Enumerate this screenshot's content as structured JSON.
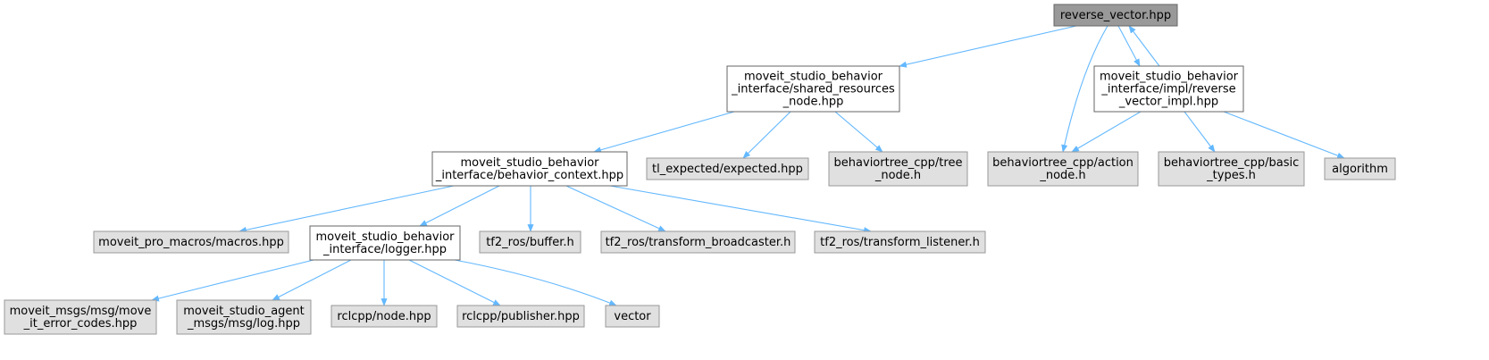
{
  "colors": {
    "edge": "#63b8ff",
    "focus_fill": "#999999",
    "focus_stroke": "#666666",
    "file_fill": "#ffffff",
    "file_stroke": "#666666",
    "external_fill": "#e0e0e0",
    "external_stroke": "#999999"
  },
  "nodes": [
    {
      "id": "reverse_vector",
      "lines": [
        "reverse_vector.hpp"
      ],
      "kind": "focus"
    },
    {
      "id": "shared_resources",
      "lines": [
        "moveit_studio_behavior",
        "_interface/shared_resources",
        "_node.hpp"
      ],
      "kind": "file"
    },
    {
      "id": "reverse_vector_impl",
      "lines": [
        "moveit_studio_behavior",
        "_interface/impl/reverse",
        "_vector_impl.hpp"
      ],
      "kind": "file"
    },
    {
      "id": "behavior_context",
      "lines": [
        "moveit_studio_behavior",
        "_interface/behavior_context.hpp"
      ],
      "kind": "file"
    },
    {
      "id": "tl_expected",
      "lines": [
        "tl_expected/expected.hpp"
      ],
      "kind": "external"
    },
    {
      "id": "tree_node",
      "lines": [
        "behaviortree_cpp/tree",
        "_node.h"
      ],
      "kind": "external"
    },
    {
      "id": "action_node",
      "lines": [
        "behaviortree_cpp/action",
        "_node.h"
      ],
      "kind": "external"
    },
    {
      "id": "basic_types",
      "lines": [
        "behaviortree_cpp/basic",
        "_types.h"
      ],
      "kind": "external"
    },
    {
      "id": "algorithm",
      "lines": [
        "algorithm"
      ],
      "kind": "external"
    },
    {
      "id": "macros",
      "lines": [
        "moveit_pro_macros/macros.hpp"
      ],
      "kind": "external"
    },
    {
      "id": "logger",
      "lines": [
        "moveit_studio_behavior",
        "_interface/logger.hpp"
      ],
      "kind": "file"
    },
    {
      "id": "buffer",
      "lines": [
        "tf2_ros/buffer.h"
      ],
      "kind": "external"
    },
    {
      "id": "transform_broadcaster",
      "lines": [
        "tf2_ros/transform_broadcaster.h"
      ],
      "kind": "external"
    },
    {
      "id": "transform_listener",
      "lines": [
        "tf2_ros/transform_listener.h"
      ],
      "kind": "external"
    },
    {
      "id": "move_it_error_codes",
      "lines": [
        "moveit_msgs/msg/move",
        "_it_error_codes.hpp"
      ],
      "kind": "external"
    },
    {
      "id": "log",
      "lines": [
        "moveit_studio_agent",
        "_msgs/msg/log.hpp"
      ],
      "kind": "external"
    },
    {
      "id": "node_hpp",
      "lines": [
        "rclcpp/node.hpp"
      ],
      "kind": "external"
    },
    {
      "id": "publisher",
      "lines": [
        "rclcpp/publisher.hpp"
      ],
      "kind": "external"
    },
    {
      "id": "vector",
      "lines": [
        "vector"
      ],
      "kind": "external"
    }
  ],
  "edges": [
    {
      "from": "reverse_vector",
      "to": "shared_resources"
    },
    {
      "from": "reverse_vector",
      "to": "action_node"
    },
    {
      "from": "reverse_vector",
      "to": "reverse_vector_impl"
    },
    {
      "from": "reverse_vector_impl",
      "to": "reverse_vector"
    },
    {
      "from": "reverse_vector_impl",
      "to": "action_node"
    },
    {
      "from": "reverse_vector_impl",
      "to": "basic_types"
    },
    {
      "from": "reverse_vector_impl",
      "to": "algorithm"
    },
    {
      "from": "shared_resources",
      "to": "behavior_context"
    },
    {
      "from": "shared_resources",
      "to": "tl_expected"
    },
    {
      "from": "shared_resources",
      "to": "tree_node"
    },
    {
      "from": "behavior_context",
      "to": "macros"
    },
    {
      "from": "behavior_context",
      "to": "logger"
    },
    {
      "from": "behavior_context",
      "to": "buffer"
    },
    {
      "from": "behavior_context",
      "to": "transform_broadcaster"
    },
    {
      "from": "behavior_context",
      "to": "transform_listener"
    },
    {
      "from": "logger",
      "to": "move_it_error_codes"
    },
    {
      "from": "logger",
      "to": "log"
    },
    {
      "from": "logger",
      "to": "node_hpp"
    },
    {
      "from": "logger",
      "to": "publisher"
    },
    {
      "from": "logger",
      "to": "vector"
    }
  ]
}
